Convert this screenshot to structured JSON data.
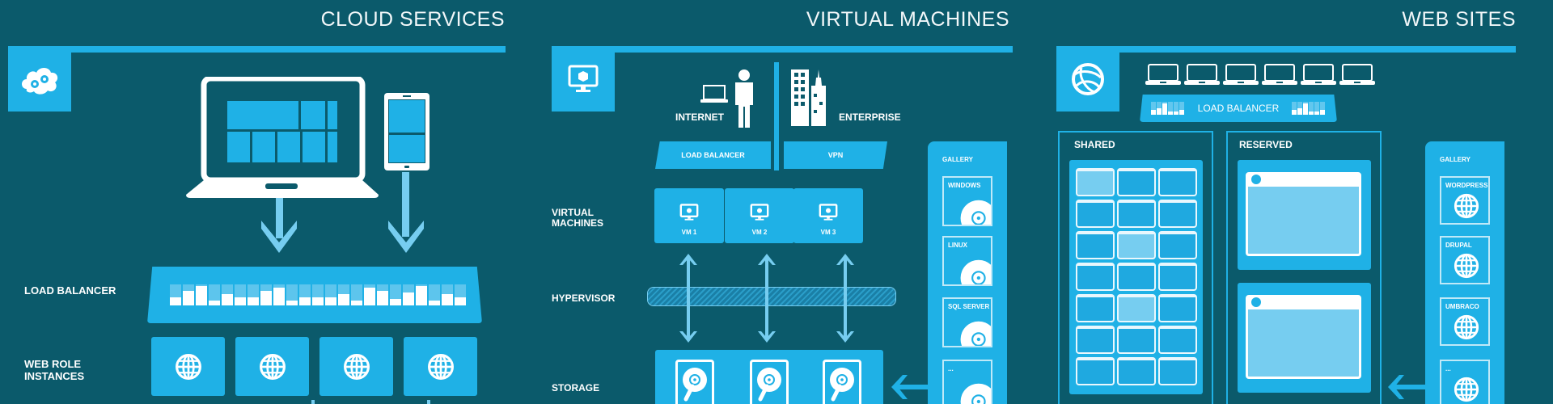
{
  "colors": {
    "background": "#0b5a6b",
    "accent": "#1fb1e6",
    "accent_light": "#76cdf0",
    "white": "#ffffff"
  },
  "panels": {
    "cloud_services": {
      "title": "CLOUD SERVICES",
      "icon": "cloud-gears-icon",
      "labels": {
        "load_balancer": "LOAD BALANCER",
        "web_role_instances_line1": "WEB ROLE",
        "web_role_instances_line2": "INSTANCES"
      },
      "devices": [
        "laptop-icon",
        "phone-icon"
      ],
      "instances": [
        {
          "icon": "globe-icon"
        },
        {
          "icon": "globe-icon"
        },
        {
          "icon": "globe-icon"
        },
        {
          "icon": "globe-icon"
        }
      ]
    },
    "virtual_machines": {
      "title": "VIRTUAL MACHINES",
      "icon": "monitor-icon",
      "internet_label": "INTERNET",
      "enterprise_label": "ENTERPRISE",
      "load_balancer_label": "LOAD BALANCER",
      "vpn_label": "VPN",
      "row_labels": {
        "vms_line1": "VIRTUAL",
        "vms_line2": "MACHINES",
        "hypervisor": "HYPERVISOR",
        "storage": "STORAGE"
      },
      "vms": [
        {
          "label": "VM 1"
        },
        {
          "label": "VM 2"
        },
        {
          "label": "VM 3"
        }
      ],
      "gallery": {
        "title": "GALLERY",
        "items": [
          {
            "label": "WINDOWS"
          },
          {
            "label": "LINUX"
          },
          {
            "label": "SQL SERVER"
          },
          {
            "label": "..."
          }
        ]
      }
    },
    "web_sites": {
      "title": "WEB SITES",
      "icon": "globe-ie-icon",
      "clients_count": 6,
      "load_balancer_label": "LOAD BALANCER",
      "shared_label": "SHARED",
      "reserved_label": "RESERVED",
      "gallery": {
        "title": "GALLERY",
        "items": [
          {
            "label": "WORDPRESS"
          },
          {
            "label": "DRUPAL"
          },
          {
            "label": "UMBRACO"
          },
          {
            "label": "..."
          }
        ]
      }
    }
  }
}
